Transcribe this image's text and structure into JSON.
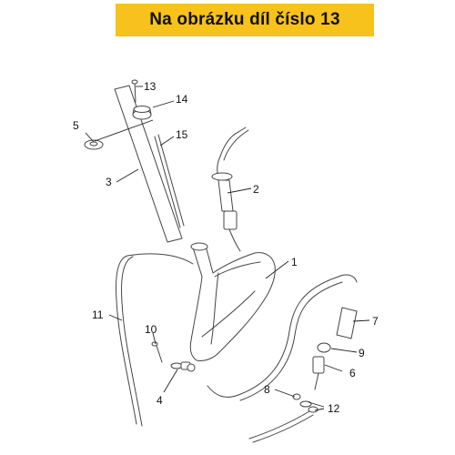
{
  "banner": {
    "text": "Na obrázku díl číslo 13",
    "color": "#f7c21b"
  },
  "callouts": [
    {
      "number": "1"
    },
    {
      "number": "2"
    },
    {
      "number": "3"
    },
    {
      "number": "4"
    },
    {
      "number": "5"
    },
    {
      "number": "6"
    },
    {
      "number": "7"
    },
    {
      "number": "8"
    },
    {
      "number": "9"
    },
    {
      "number": "10"
    },
    {
      "number": "11"
    },
    {
      "number": "12"
    },
    {
      "number": "13"
    },
    {
      "number": "14"
    },
    {
      "number": "15"
    }
  ]
}
